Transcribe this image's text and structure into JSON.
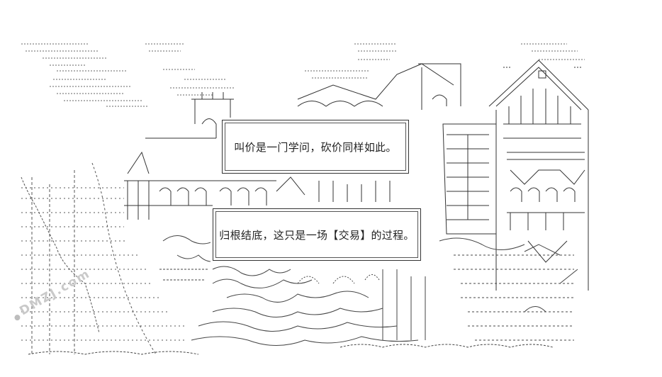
{
  "dialog_1": {
    "text": "叫价是一门学问，砍价同样如此。"
  },
  "dialog_2": {
    "text": "归根结底，这只是一场【交易】的过程。"
  },
  "watermark": {
    "text": "DMZJ.com"
  },
  "colors": {
    "ink": "#333333",
    "background": "#ffffff",
    "watermark": "#c9c9c9"
  }
}
